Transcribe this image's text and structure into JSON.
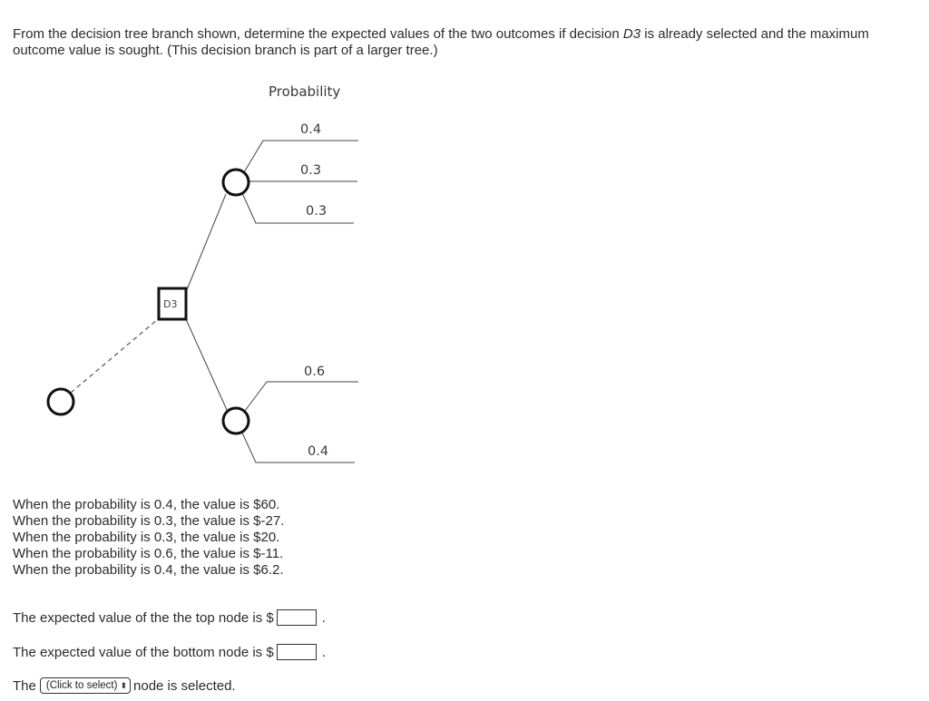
{
  "question": {
    "text_before": "From the decision tree branch shown, determine the expected values of the two outcomes if decision ",
    "decision_name": "D3",
    "text_after": " is already selected and the maximum outcome value is sought. (This decision branch is part of a larger tree.)"
  },
  "diagram": {
    "header": "Probability",
    "decision_node_label": "D3",
    "top_node": {
      "branches": [
        {
          "probability": "0.4"
        },
        {
          "probability": "0.3"
        },
        {
          "probability": "0.3"
        }
      ]
    },
    "bottom_node": {
      "branches": [
        {
          "probability": "0.6"
        },
        {
          "probability": "0.4"
        }
      ]
    }
  },
  "values": [
    "When the probability is 0.4, the value is $60.",
    "When the probability is 0.3, the value is $-27.",
    "When the probability is 0.3, the value is $20.",
    "When the probability is 0.6, the value is $-11.",
    "When the probability is 0.4, the value is $6.2."
  ],
  "answers": {
    "top": {
      "prefix": "The expected value of the the top node is $",
      "value": "",
      "suffix": "."
    },
    "bottom": {
      "prefix": "The expected value of the bottom node is $",
      "value": "",
      "suffix": "."
    },
    "selection": {
      "prefix": "The",
      "select_label": "(Click to select)",
      "suffix": "node is selected."
    }
  }
}
